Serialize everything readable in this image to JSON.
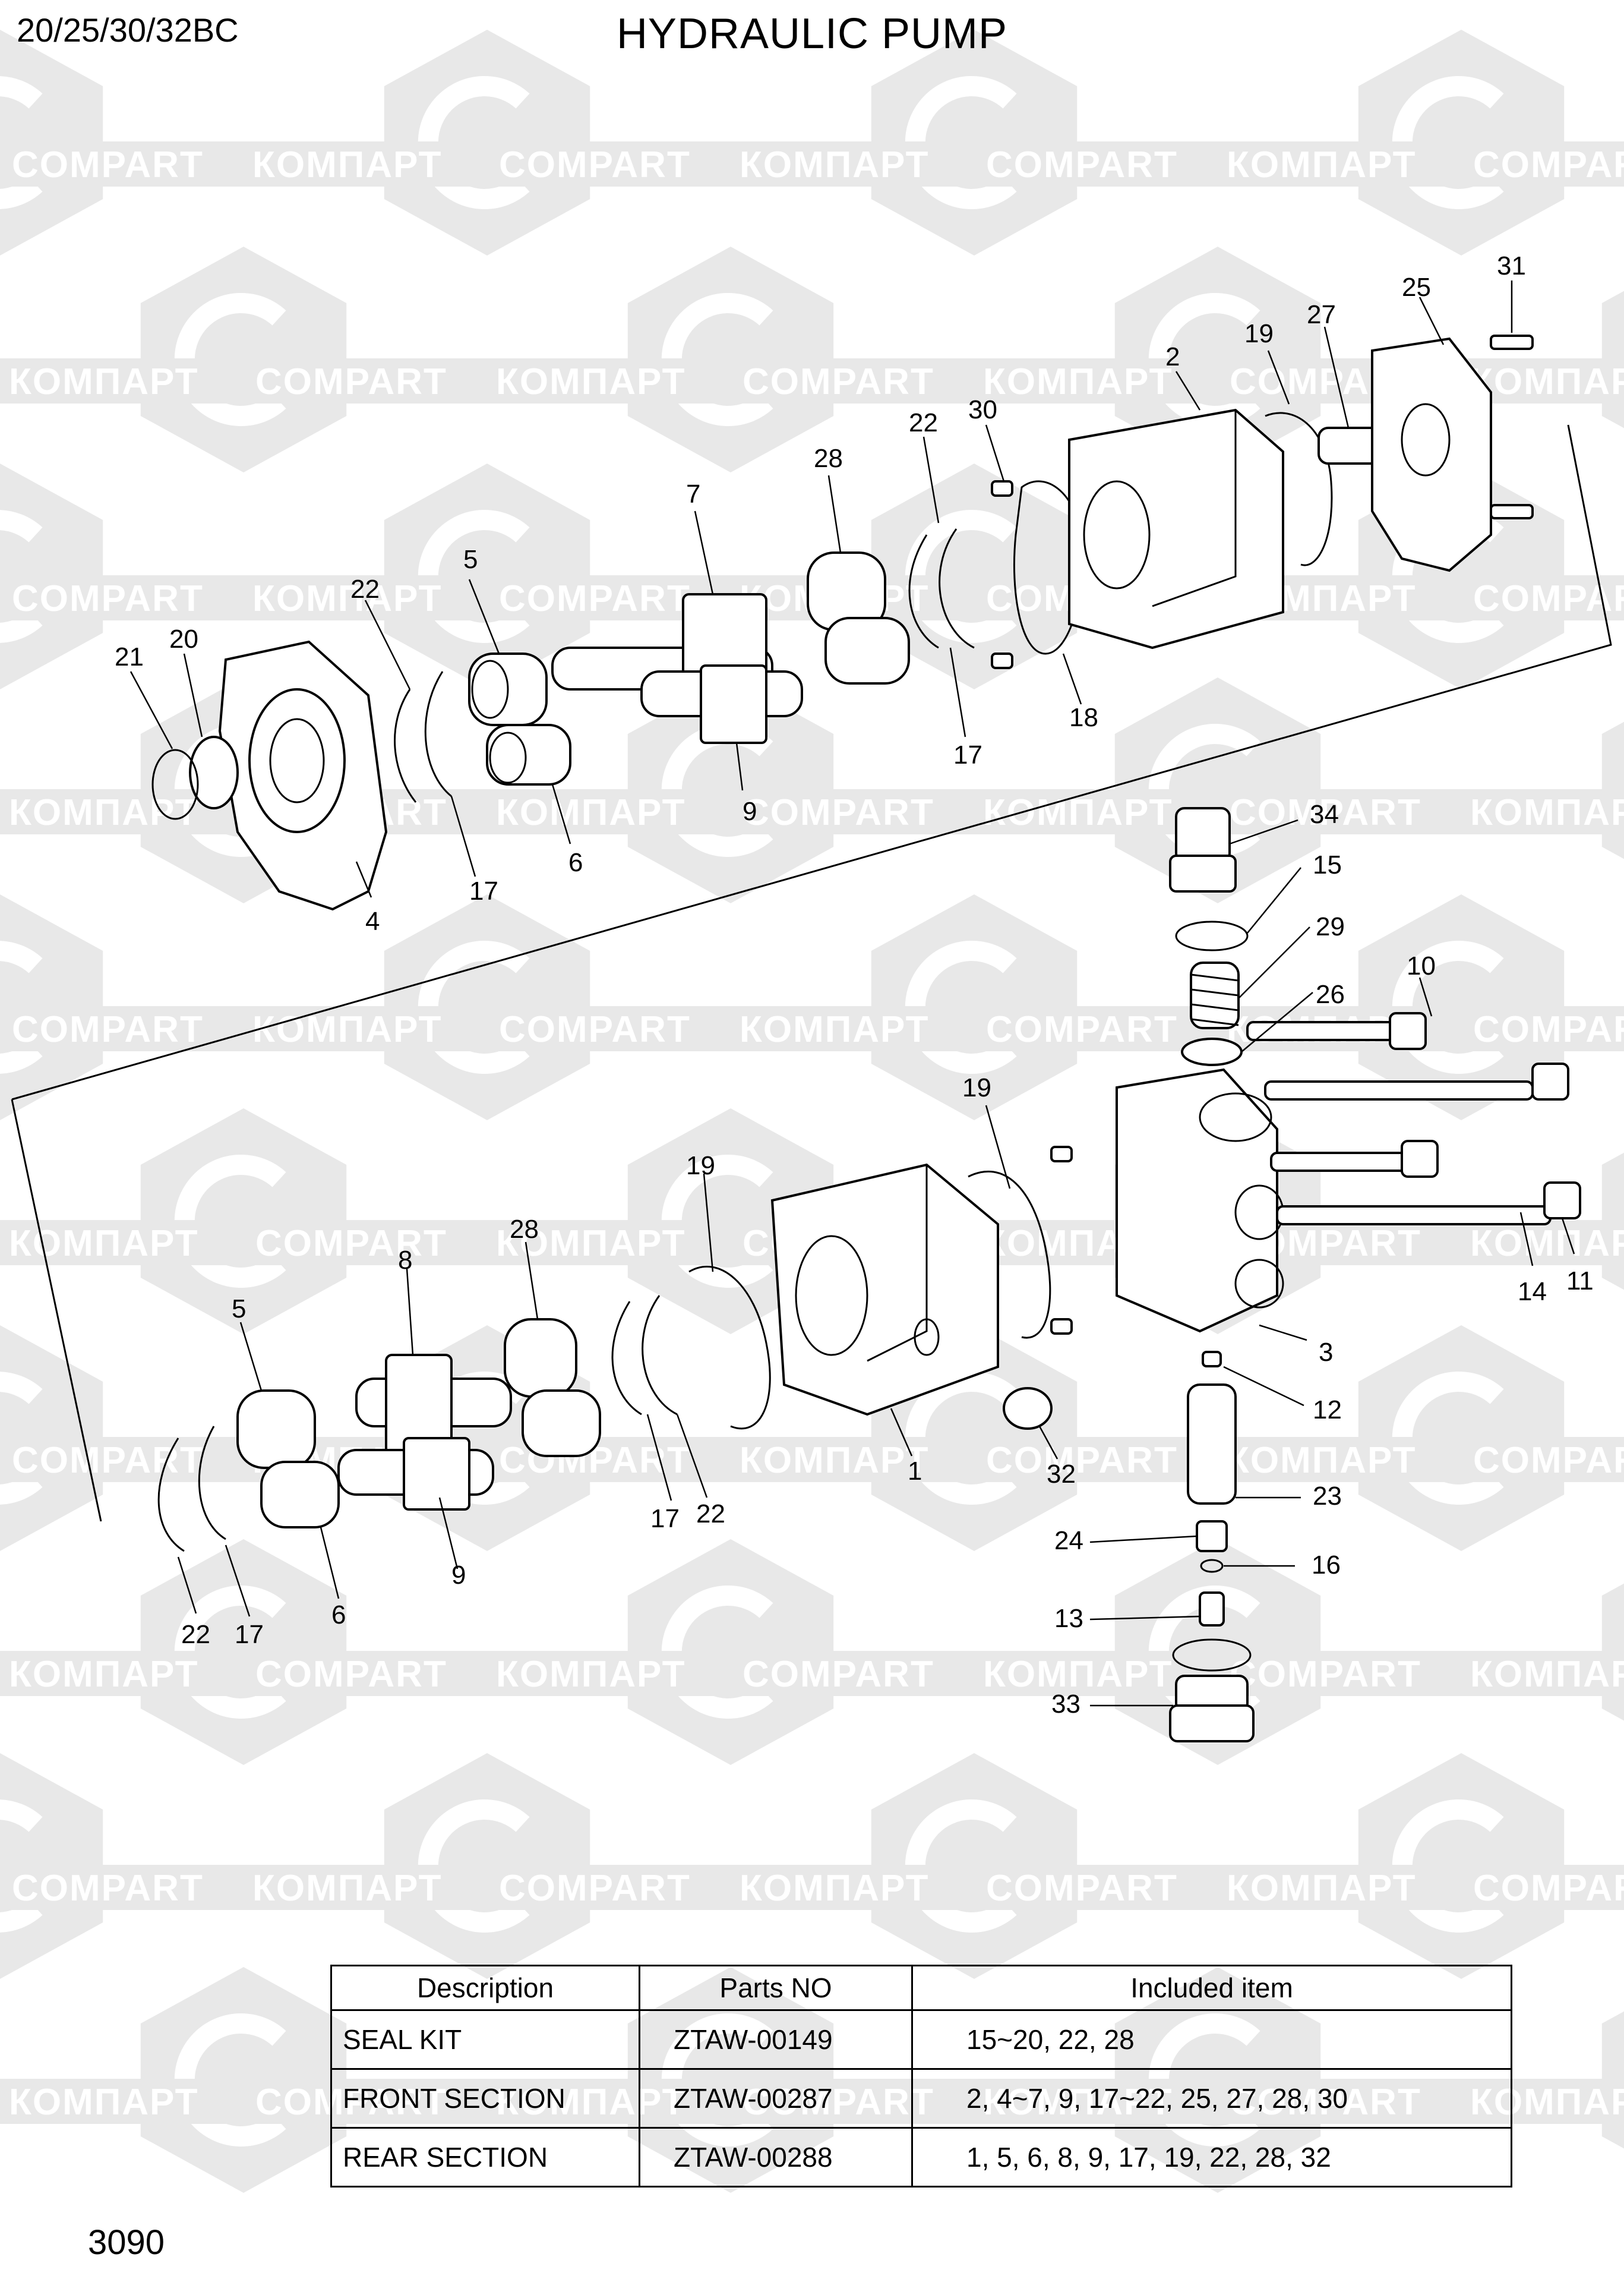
{
  "header": {
    "model": "20/25/30/32BC",
    "title": "HYDRAULIC PUMP"
  },
  "footer": {
    "page_number": "3090"
  },
  "watermark": {
    "text_latin": "COMPART",
    "text_cyrillic": "КОМПАРТ",
    "color": "#e8e8e8"
  },
  "callouts": {
    "upper": {
      "c31": "31",
      "c25": "25",
      "c27": "27",
      "c19": "19",
      "c2": "2",
      "c30": "30",
      "c22a": "22",
      "c28": "28",
      "c7": "7",
      "c5": "5",
      "c22b": "22",
      "c20": "20",
      "c21": "21",
      "c4": "4",
      "c17a": "17",
      "c6": "6",
      "c9": "9",
      "c17b": "17",
      "c18": "18"
    },
    "lower": {
      "c34": "34",
      "c15": "15",
      "c29": "29",
      "c26": "26",
      "c10": "10",
      "c19a": "19",
      "c19b": "19",
      "c28": "28",
      "c8": "8",
      "c5": "5",
      "c14": "14",
      "c11": "11",
      "c3": "3",
      "c12": "12",
      "c23": "23",
      "c24": "24",
      "c16": "16",
      "c13": "13",
      "c33": "33",
      "c1": "1",
      "c32": "32",
      "c17a": "17",
      "c22a": "22",
      "c9": "9",
      "c6": "6",
      "c22b": "22",
      "c17b": "17"
    }
  },
  "table": {
    "headers": [
      "Description",
      "Parts NO",
      "Included item"
    ],
    "rows": [
      [
        "SEAL KIT",
        "ZTAW-00149",
        "15~20, 22, 28"
      ],
      [
        "FRONT SECTION",
        "ZTAW-00287",
        "2, 4~7, 9, 17~22, 25, 27, 28, 30"
      ],
      [
        "REAR SECTION",
        "ZTAW-00288",
        "1, 5, 6, 8, 9, 17, 19, 22, 28, 32"
      ]
    ]
  }
}
